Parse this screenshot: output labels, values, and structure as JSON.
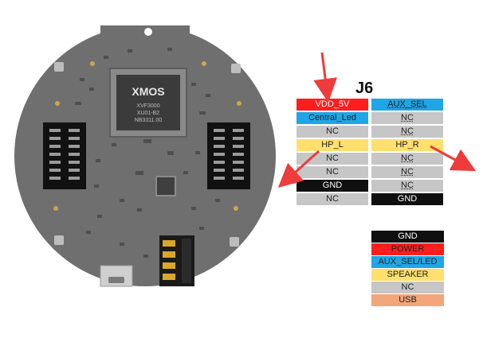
{
  "header": {
    "title": "J6"
  },
  "chip": {
    "brand": "XMOS",
    "line1": "XVF3000",
    "line2": "XU01-B2",
    "line3": "NB3311.00"
  },
  "pins": [
    {
      "left": "VDD_5V",
      "left_color": "#ff1e1e",
      "right": "AUX_SEL",
      "right_color": "#1fa6e6"
    },
    {
      "left": "Central_Led",
      "left_color": "#1fa6e6",
      "right": "NC",
      "right_color": "#c6c6c6"
    },
    {
      "left": "NC",
      "left_color": "#c6c6c6",
      "right": "NC",
      "right_color": "#c6c6c6"
    },
    {
      "left": "HP_L",
      "left_color": "#ffdf6e",
      "right": "HP_R",
      "right_color": "#ffdf6e"
    },
    {
      "left": "NC",
      "left_color": "#c6c6c6",
      "right": "NC",
      "right_color": "#c6c6c6"
    },
    {
      "left": "NC",
      "left_color": "#c6c6c6",
      "right": "NC",
      "right_color": "#c6c6c6"
    },
    {
      "left": "GND",
      "left_color": "#0f0f0f",
      "right": "NC",
      "right_color": "#c6c6c6"
    },
    {
      "left": "NC",
      "left_color": "#c6c6c6",
      "right": "GND",
      "right_color": "#0f0f0f"
    }
  ],
  "legend": [
    {
      "label": "GND",
      "color": "#0f0f0f"
    },
    {
      "label": "POWER",
      "color": "#ff1e1e"
    },
    {
      "label": "AUX_SEL/LED",
      "color": "#1fa6e6"
    },
    {
      "label": "SPEAKER",
      "color": "#ffdf6e"
    },
    {
      "label": "NC",
      "color": "#c6c6c6"
    },
    {
      "label": "USB",
      "color": "#f2a67a"
    }
  ],
  "colors": {
    "board": "#6f6f6f",
    "arrow": "#ee3b3b",
    "header_black": "#111111"
  }
}
